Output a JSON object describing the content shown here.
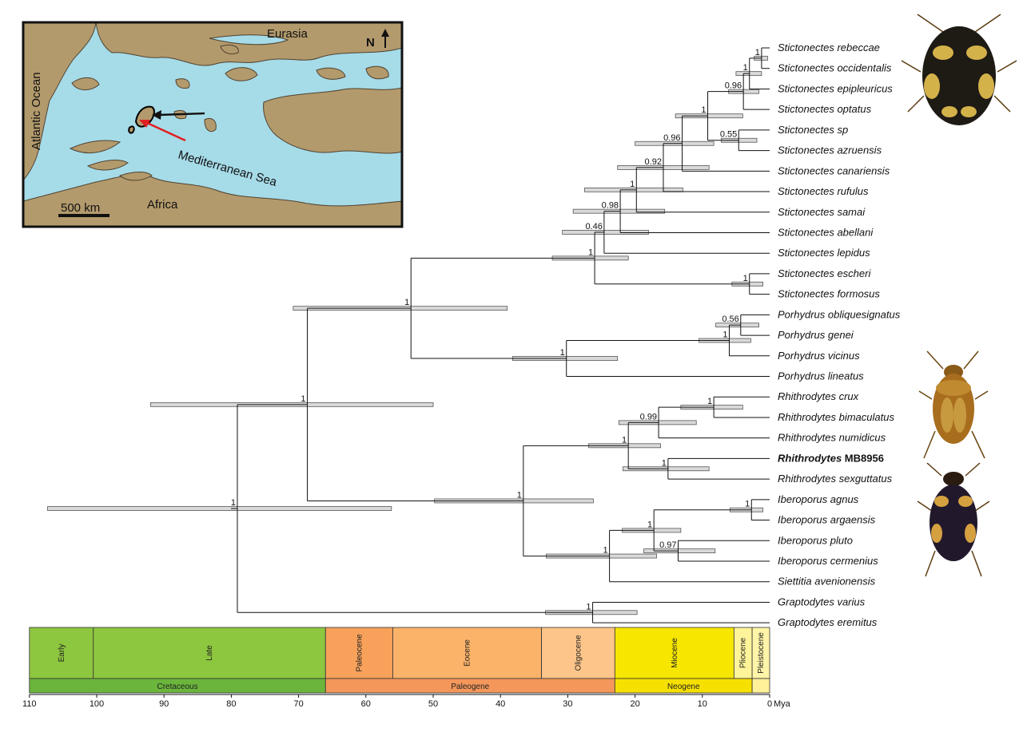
{
  "map": {
    "labels": {
      "eurasia": "Eurasia",
      "north": "N",
      "atlantic": "Atlantic Ocean",
      "mediterranean": "Mediterranean Sea",
      "africa": "Africa",
      "scale": "500 km"
    },
    "colors": {
      "sea": "#a6dbe8",
      "land": "#b39a6c"
    }
  },
  "tree": {
    "axis_unit": "Mya",
    "x_ticks": [
      "110",
      "100",
      "90",
      "80",
      "70",
      "60",
      "50",
      "40",
      "30",
      "20",
      "10",
      "0"
    ],
    "taxa": [
      {
        "genus": "Stictonectes",
        "epithet": "rebeccae"
      },
      {
        "genus": "Stictonectes",
        "epithet": "occidentalis"
      },
      {
        "genus": "Stictonectes",
        "epithet": "epipleuricus"
      },
      {
        "genus": "Stictonectes",
        "epithet": "optatus"
      },
      {
        "genus": "Stictonectes",
        "epithet": "sp"
      },
      {
        "genus": "Stictonectes",
        "epithet": "azruensis"
      },
      {
        "genus": "Stictonectes",
        "epithet": "canariensis"
      },
      {
        "genus": "Stictonectes",
        "epithet": "rufulus"
      },
      {
        "genus": "Stictonectes",
        "epithet": "samai"
      },
      {
        "genus": "Stictonectes",
        "epithet": "abellani"
      },
      {
        "genus": "Stictonectes",
        "epithet": "lepidus"
      },
      {
        "genus": "Stictonectes",
        "epithet": "escheri"
      },
      {
        "genus": "Stictonectes",
        "epithet": "formosus"
      },
      {
        "genus": "Porhydrus",
        "epithet": "obliquesignatus"
      },
      {
        "genus": "Porhydrus",
        "epithet": "genei"
      },
      {
        "genus": "Porhydrus",
        "epithet": "vicinus"
      },
      {
        "genus": "Porhydrus",
        "epithet": "lineatus"
      },
      {
        "genus": "Rhithrodytes",
        "epithet": "crux"
      },
      {
        "genus": "Rhithrodytes",
        "epithet": "bimaculatus"
      },
      {
        "genus": "Rhithrodytes",
        "epithet": "numidicus"
      },
      {
        "genus": "Rhithrodytes",
        "epithet": "MB8956",
        "highlight": true
      },
      {
        "genus": "Rhithrodytes",
        "epithet": "sexguttatus"
      },
      {
        "genus": "Iberoporus",
        "epithet": "agnus"
      },
      {
        "genus": "Iberoporus",
        "epithet": "argaensis"
      },
      {
        "genus": "Iberoporus",
        "epithet": "pluto"
      },
      {
        "genus": "Iberoporus",
        "epithet": "cermenius"
      },
      {
        "genus": "Siettitia",
        "epithet": "avenionensis"
      },
      {
        "genus": "Graptodytes",
        "epithet": "varius"
      },
      {
        "genus": "Graptodytes",
        "epithet": "eremitus"
      }
    ],
    "nodes": [
      {
        "id": "n1",
        "age": 1.2,
        "children": [
          0,
          1
        ],
        "support": "1",
        "hpd": [
          0.3,
          2.3
        ]
      },
      {
        "id": "n2",
        "age": 3.0,
        "children": [
          "n1",
          2
        ],
        "support": "1",
        "hpd": [
          1.2,
          5.0
        ]
      },
      {
        "id": "n3",
        "age": 3.9,
        "children": [
          "n2",
          3
        ],
        "support": "0.96",
        "hpd": [
          1.6,
          6.1
        ]
      },
      {
        "id": "n4",
        "age": 4.6,
        "children": [
          4,
          5
        ],
        "support": "0.55",
        "hpd": [
          1.9,
          7.2
        ]
      },
      {
        "id": "n5",
        "age": 9.2,
        "children": [
          "n3",
          "n4"
        ],
        "support": "1",
        "hpd": [
          4.0,
          14.0
        ]
      },
      {
        "id": "n6",
        "age": 13.0,
        "children": [
          "n5",
          6
        ],
        "support": "0.96",
        "hpd": [
          8.3,
          20.0
        ]
      },
      {
        "id": "n7",
        "age": 15.8,
        "children": [
          "n6",
          7
        ],
        "support": "0.92",
        "hpd": [
          9.0,
          22.6
        ]
      },
      {
        "id": "n8",
        "age": 19.8,
        "children": [
          "n7",
          8
        ],
        "support": "1",
        "hpd": [
          12.9,
          27.5
        ]
      },
      {
        "id": "n9",
        "age": 22.2,
        "children": [
          "n8",
          9
        ],
        "support": "0.98",
        "hpd": [
          15.6,
          29.2
        ]
      },
      {
        "id": "n10",
        "age": 24.6,
        "children": [
          "n9",
          10
        ],
        "support": "0.46",
        "hpd": [
          18.0,
          30.8
        ]
      },
      {
        "id": "n11",
        "age": 3.0,
        "children": [
          11,
          12
        ],
        "support": "1",
        "hpd": [
          1.0,
          5.6
        ]
      },
      {
        "id": "n12",
        "age": 26.0,
        "children": [
          "n10",
          "n11"
        ],
        "support": "1",
        "hpd": [
          21.0,
          32.3
        ]
      },
      {
        "id": "n13",
        "age": 4.3,
        "children": [
          13,
          14
        ],
        "support": "0.56",
        "hpd": [
          1.6,
          8.0
        ]
      },
      {
        "id": "n14",
        "age": 6.0,
        "children": [
          "n13",
          15
        ],
        "support": "1",
        "hpd": [
          2.8,
          10.5
        ]
      },
      {
        "id": "n15",
        "age": 30.2,
        "children": [
          "n14",
          16
        ],
        "support": "1",
        "hpd": [
          22.6,
          38.2
        ]
      },
      {
        "id": "n16",
        "age": 53.3,
        "children": [
          "n12",
          "n15"
        ],
        "support": "1",
        "hpd": [
          39.0,
          70.8
        ]
      },
      {
        "id": "n17",
        "age": 8.3,
        "children": [
          17,
          18
        ],
        "support": "1",
        "hpd": [
          4.0,
          13.2
        ]
      },
      {
        "id": "n18",
        "age": 16.5,
        "children": [
          "n17",
          19
        ],
        "support": "0.99",
        "hpd": [
          10.9,
          22.4
        ]
      },
      {
        "id": "n19",
        "age": 15.1,
        "children": [
          20,
          21
        ],
        "support": "1",
        "hpd": [
          9.0,
          21.8
        ]
      },
      {
        "id": "n20",
        "age": 21.0,
        "children": [
          "n18",
          "n19"
        ],
        "support": "1",
        "hpd": [
          16.2,
          26.9
        ]
      },
      {
        "id": "n21",
        "age": 2.7,
        "children": [
          22,
          23
        ],
        "support": "1",
        "hpd": [
          1.0,
          5.9
        ]
      },
      {
        "id": "n22",
        "age": 13.6,
        "children": [
          24,
          25
        ],
        "support": "0.97",
        "hpd": [
          8.1,
          18.7
        ]
      },
      {
        "id": "n23",
        "age": 17.2,
        "children": [
          "n21",
          "n22"
        ],
        "support": "1",
        "hpd": [
          13.2,
          21.9
        ]
      },
      {
        "id": "n24",
        "age": 23.8,
        "children": [
          "n23",
          26
        ],
        "support": "1",
        "hpd": [
          16.8,
          33.2
        ]
      },
      {
        "id": "n25",
        "age": 36.6,
        "children": [
          "n20",
          "n24"
        ],
        "support": "1",
        "hpd": [
          26.2,
          49.8
        ]
      },
      {
        "id": "n26",
        "age": 68.7,
        "children": [
          "n16",
          "n25"
        ],
        "support": "1",
        "hpd": [
          50.0,
          92.0
        ]
      },
      {
        "id": "n27",
        "age": 26.3,
        "children": [
          27,
          28
        ],
        "support": "1",
        "hpd": [
          19.7,
          33.3
        ]
      },
      {
        "id": "n28",
        "age": 79.1,
        "children": [
          "n26",
          "n27"
        ],
        "support": "1",
        "hpd": [
          56.2,
          107.3
        ]
      }
    ],
    "timescale": {
      "epochs": [
        {
          "name": "Early",
          "start": 110,
          "end": 100.5,
          "color": "#8dc63f"
        },
        {
          "name": "Late",
          "start": 100.5,
          "end": 66,
          "color": "#8dc63f"
        },
        {
          "name": "Paleocene",
          "start": 66,
          "end": 56,
          "color": "#f7a15b"
        },
        {
          "name": "Eocene",
          "start": 56,
          "end": 33.9,
          "color": "#fbb36a"
        },
        {
          "name": "Oligocene",
          "start": 33.9,
          "end": 23,
          "color": "#fdc589"
        },
        {
          "name": "Miocene",
          "start": 23,
          "end": 5.3,
          "color": "#f6e600"
        },
        {
          "name": "Pliocene",
          "start": 5.3,
          "end": 2.6,
          "color": "#fff49a"
        },
        {
          "name": "Pleistocene",
          "start": 2.6,
          "end": 0,
          "color": "#fff4a8"
        }
      ],
      "periods": [
        {
          "name": "Cretaceous",
          "start": 110,
          "end": 66,
          "color": "#6bb53c"
        },
        {
          "name": "Paleogene",
          "start": 66,
          "end": 23,
          "color": "#f4975a"
        },
        {
          "name": "Neogene",
          "start": 23,
          "end": 2.6,
          "color": "#f6e000"
        },
        {
          "name": "",
          "start": 2.6,
          "end": 0,
          "color": "#fff09a"
        }
      ]
    }
  }
}
